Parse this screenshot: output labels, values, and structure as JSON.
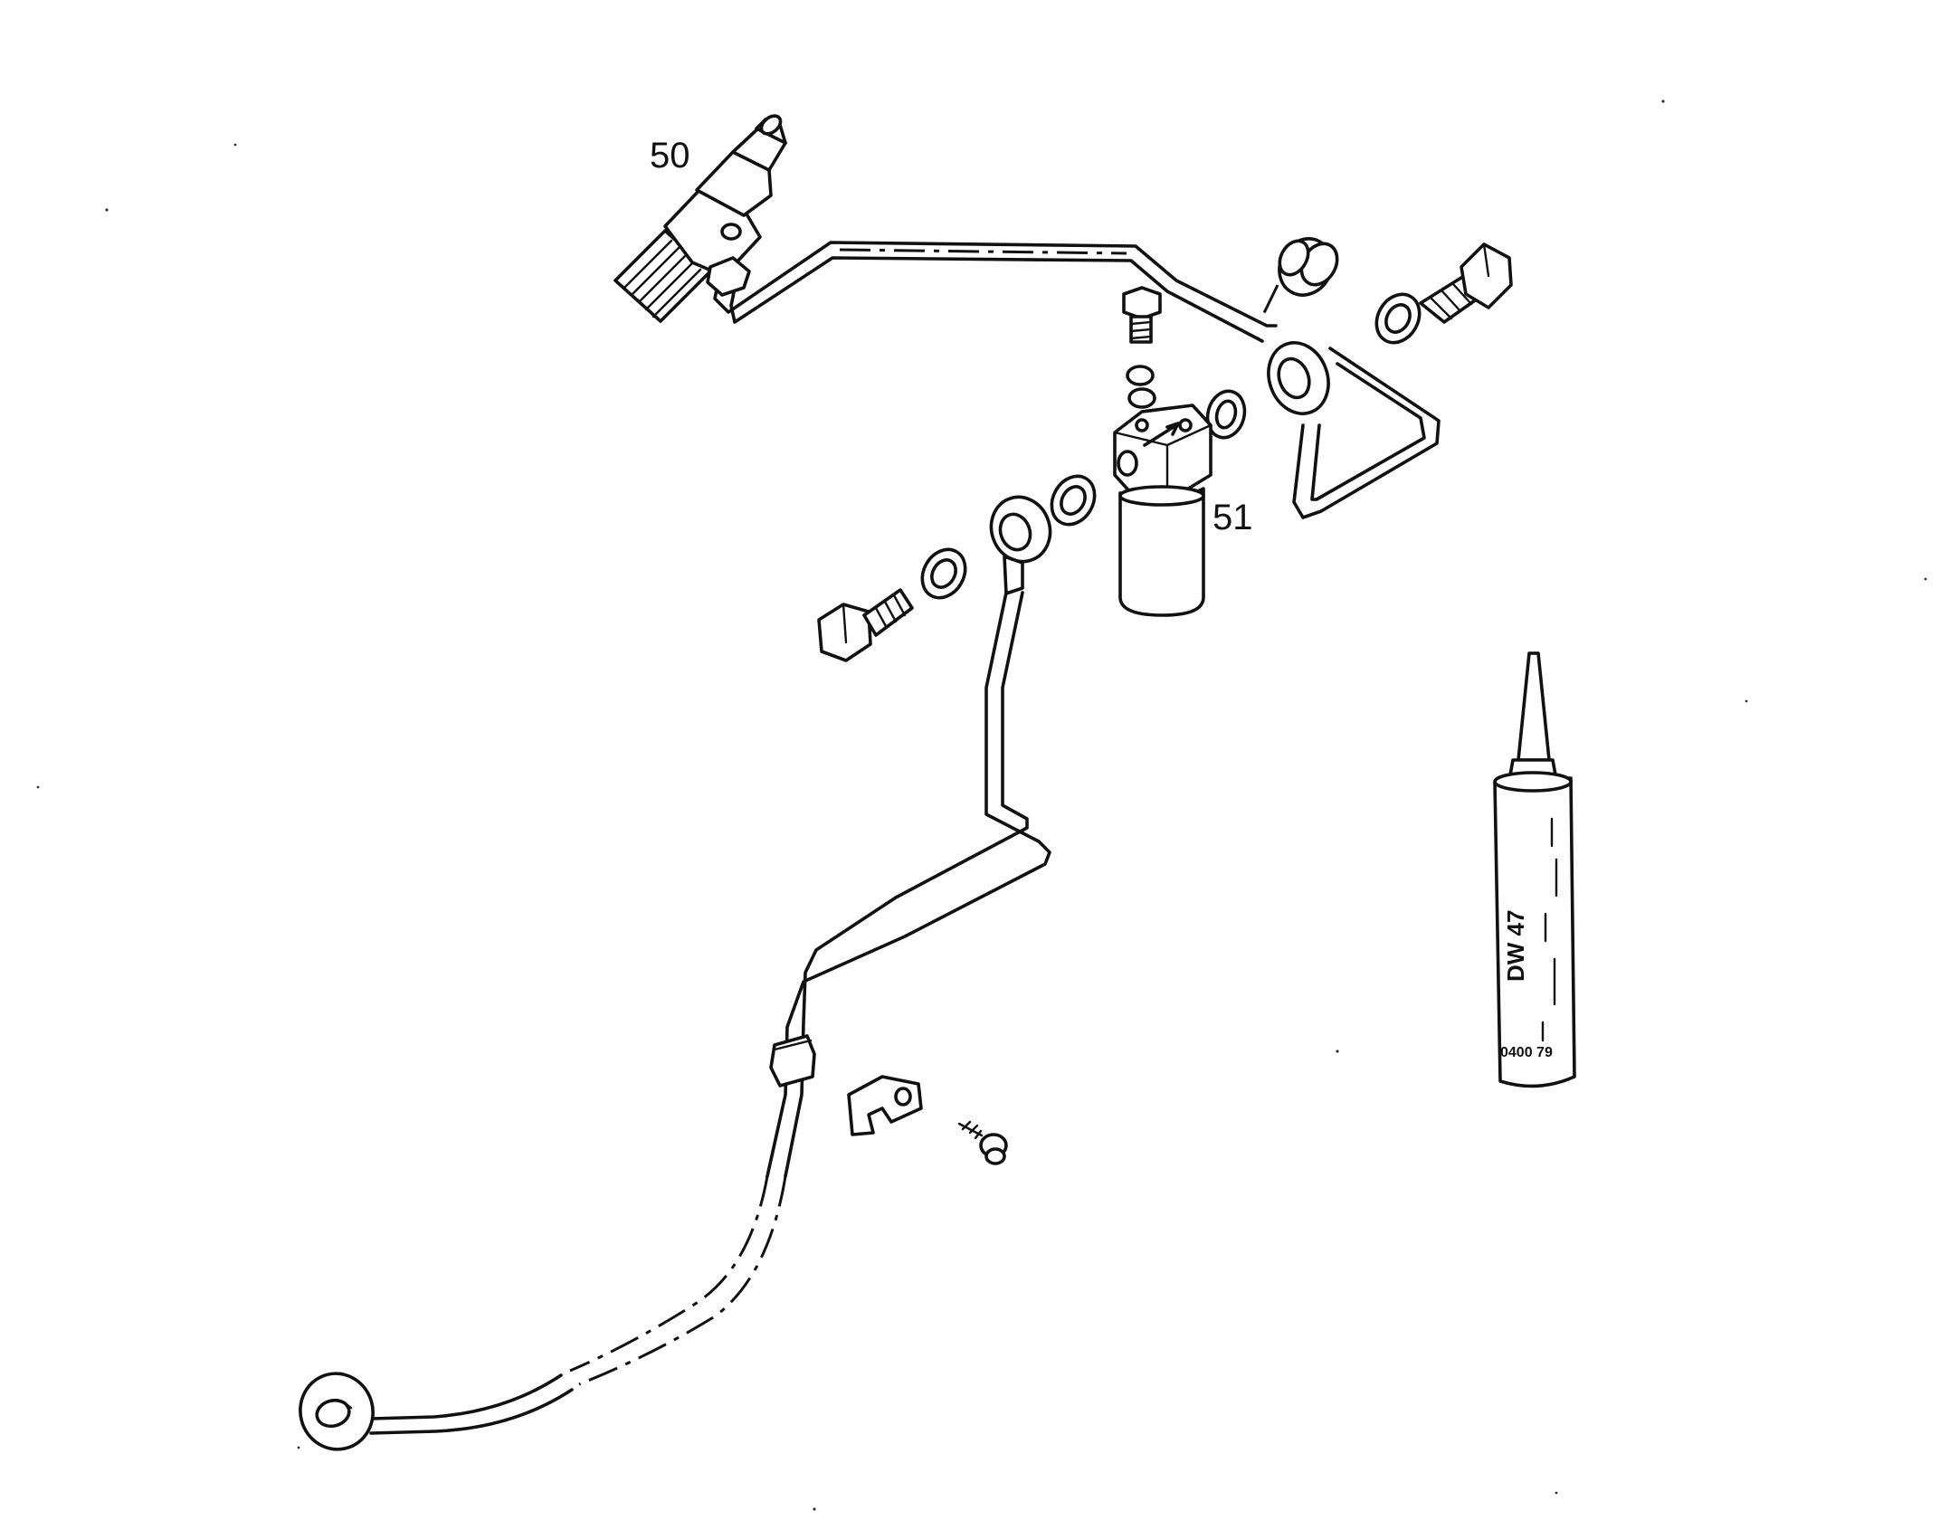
{
  "diagram": {
    "callouts": {
      "part_50": "50",
      "part_51": "51"
    },
    "sealant_tube": {
      "label": "DW 47",
      "part_number": "0400 79"
    }
  }
}
